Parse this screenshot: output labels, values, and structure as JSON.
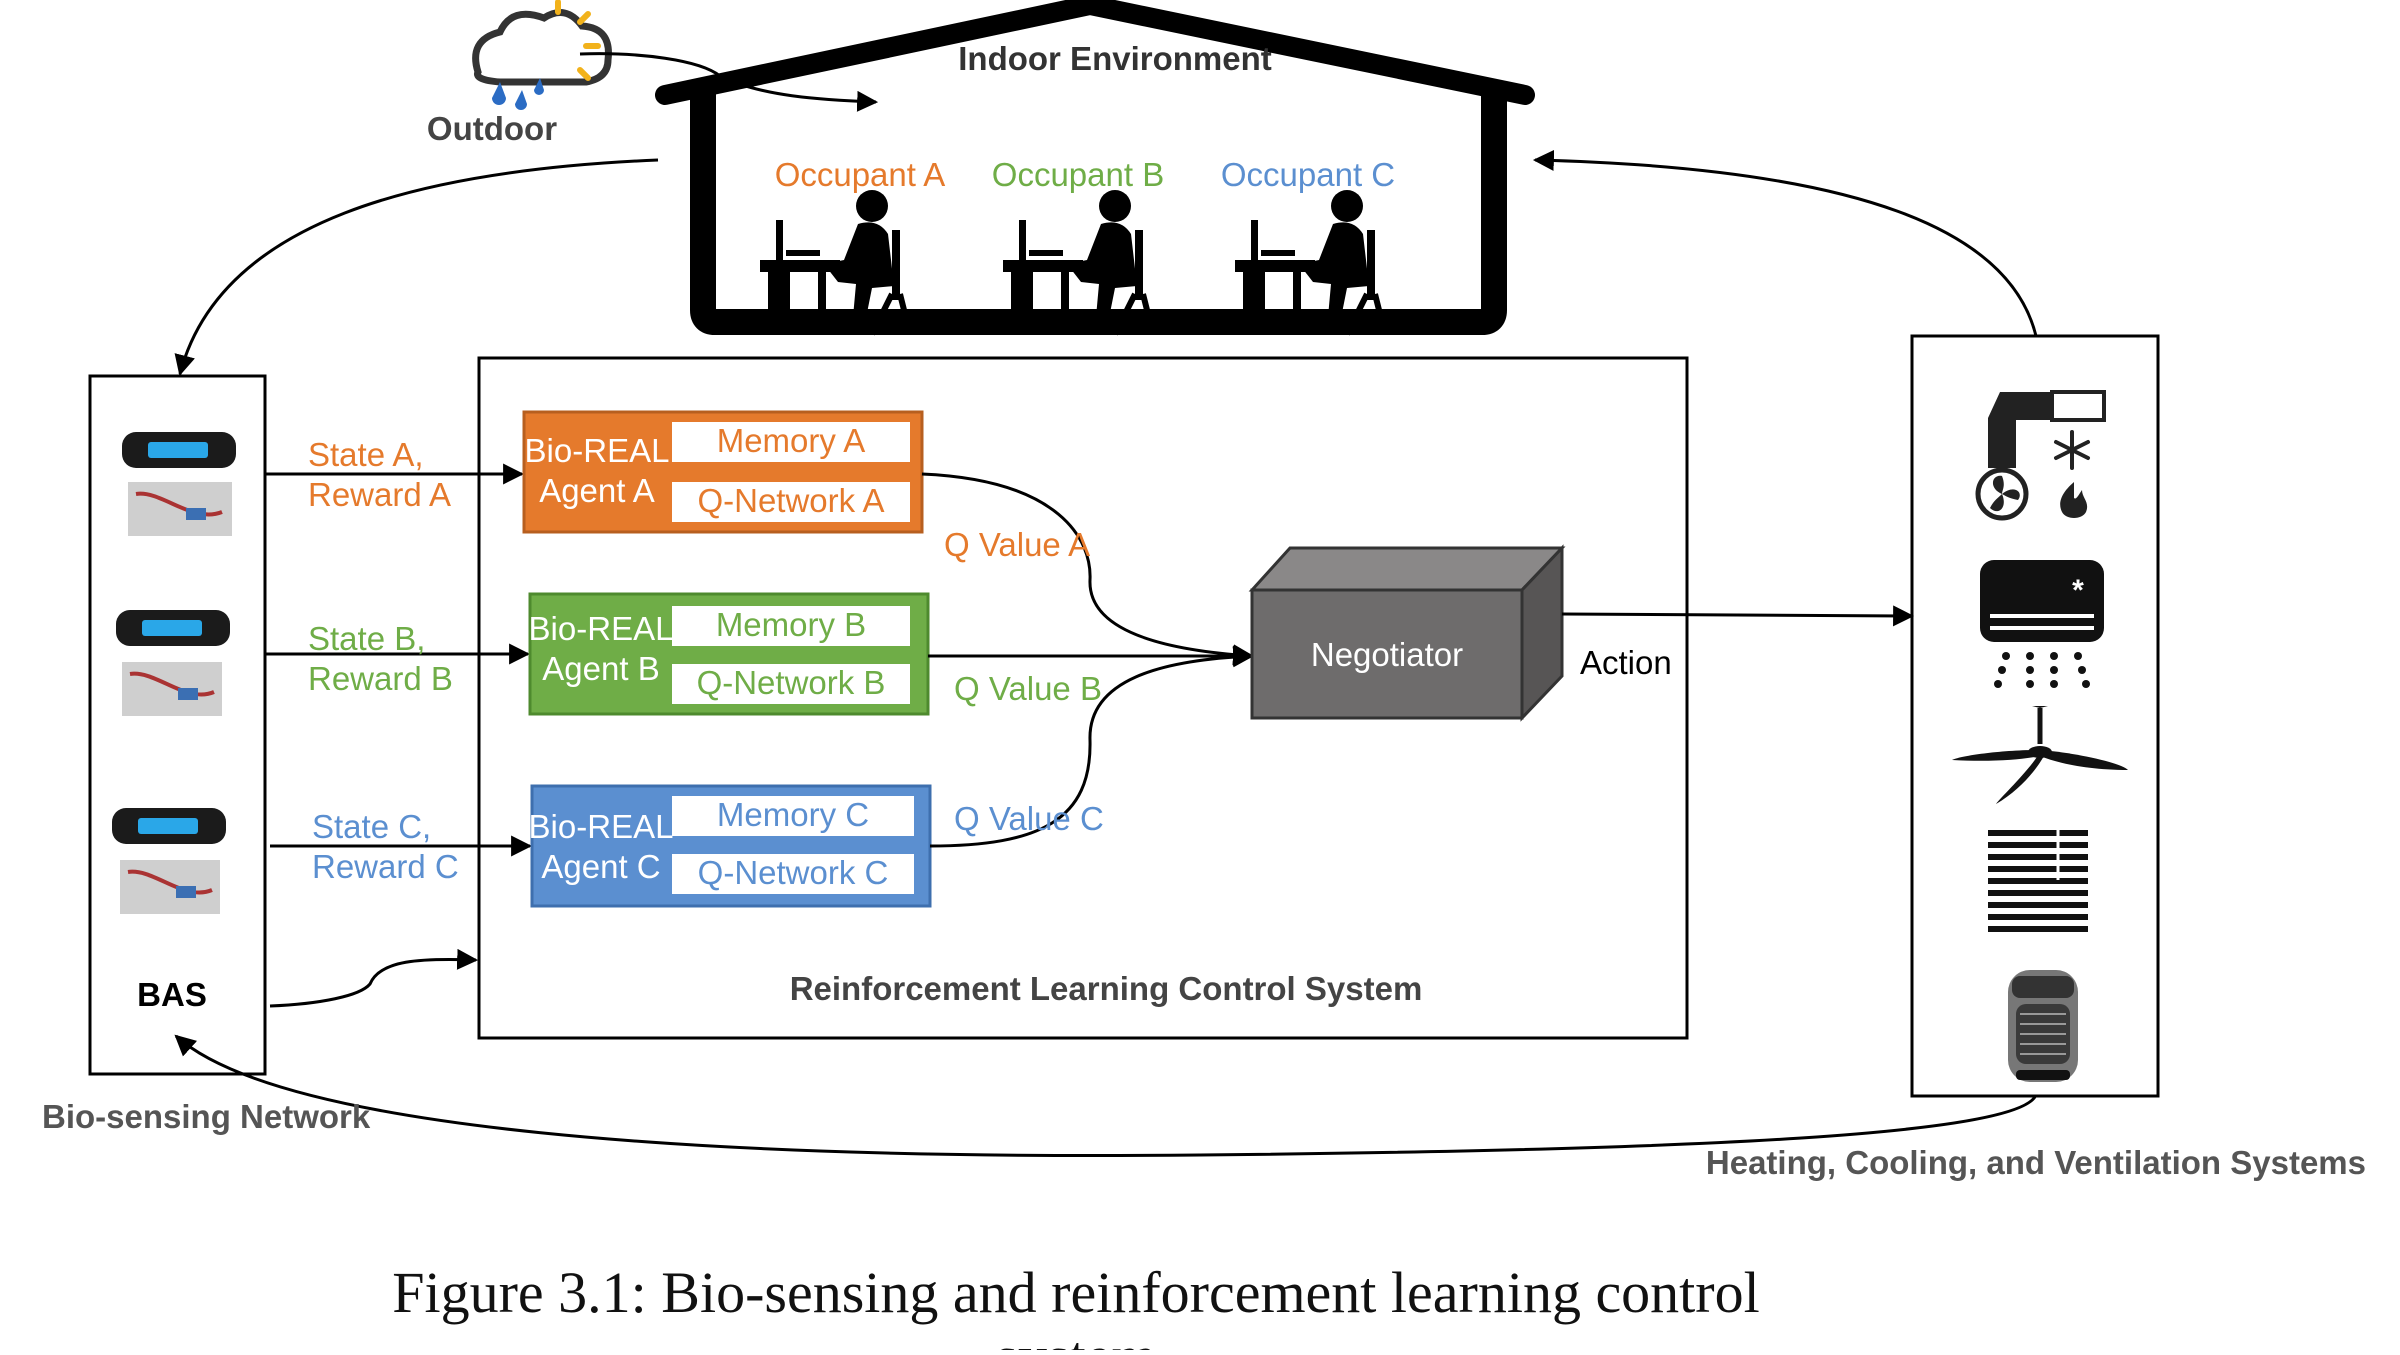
{
  "colors": {
    "agent_a": "#e57a2c",
    "agent_b": "#6fad47",
    "agent_c": "#5b8fd0",
    "negotiator": "#6e6c6c",
    "line": "#000000",
    "gray_text": "#444444"
  },
  "outdoor": {
    "label": "Outdoor",
    "icon": "weather-icon"
  },
  "indoor": {
    "label": "Indoor Environment",
    "occupants": [
      "Occupant A",
      "Occupant B",
      "Occupant C"
    ]
  },
  "bio_network": {
    "label": "Bio-sensing Network",
    "bas_label": "BAS",
    "sensor_icon": "wearable-sensor-icon"
  },
  "rl_system": {
    "label": "Reinforcement Learning Control System",
    "agents": [
      {
        "name_line1": "Bio-REAL",
        "name_line2": "Agent A",
        "memory": "Memory A",
        "qnet": "Q-Network A",
        "state_line1": "State A,",
        "state_line2": "Reward A",
        "qvalue": "Q Value A"
      },
      {
        "name_line1": "Bio-REAL",
        "name_line2": "Agent B",
        "memory": "Memory B",
        "qnet": "Q-Network B",
        "state_line1": "State B,",
        "state_line2": "Reward B",
        "qvalue": "Q Value B"
      },
      {
        "name_line1": "Bio-REAL",
        "name_line2": "Agent C",
        "memory": "Memory C",
        "qnet": "Q-Network C",
        "state_line1": "State C,",
        "state_line2": "Reward C",
        "qvalue": "Q Value C"
      }
    ],
    "negotiator": "Negotiator",
    "action": "Action"
  },
  "hvac": {
    "label": "Heating, Cooling, and Ventilation Systems",
    "icons": [
      "hvac-duct-icon",
      "air-conditioner-icon",
      "ceiling-fan-icon",
      "window-blind-icon",
      "space-heater-icon"
    ]
  },
  "caption": {
    "line1": "Figure 3.1: Bio-sensing and reinforcement learning control",
    "line2": "system"
  }
}
